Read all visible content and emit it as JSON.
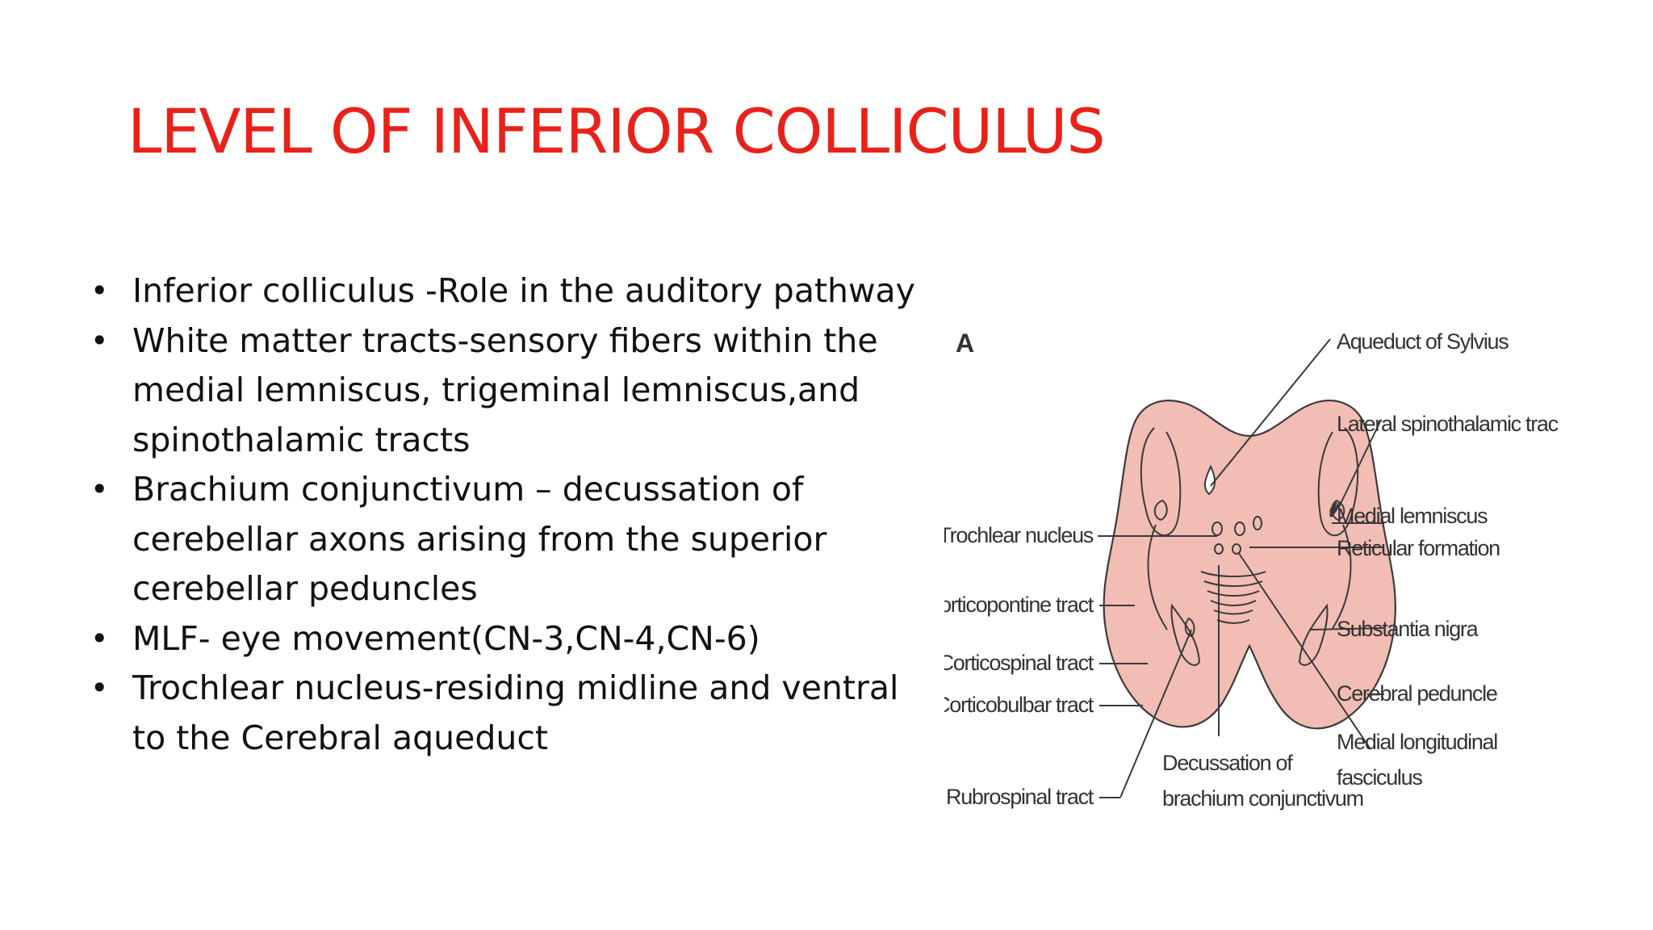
{
  "slide": {
    "title": "LEVEL OF INFERIOR COLLICULUS",
    "bullets": [
      {
        "marker": "•",
        "text": "Inferior colliculus -Role in the auditory pathway"
      },
      {
        "marker": "•",
        "text": "White matter tracts-sensory fibers within the medial lemniscus, trigeminal lemniscus,and spinothalamic tracts"
      },
      {
        "marker": "•",
        "text": "Brachium conjunctivum – decussation of cerebellar axons arising from the superior cerebellar peduncles"
      },
      {
        "marker": "•",
        "text": "MLF- eye movement(CN-3,CN-4,CN-6)"
      },
      {
        "marker": "•",
        "text": "Trochlear nucleus-residing midline and ventral to the Cerebral aqueduct"
      }
    ]
  },
  "figure": {
    "panel_letter": "A",
    "labels": {
      "aqueduct": "Aqueduct of Sylvius",
      "lateral_spinothalamic": "Lateral spinothalamic tract",
      "medial_lemniscus": "Medial lemniscus",
      "reticular_formation": "Reticular formation",
      "substantia_nigra": "Substantia nigra",
      "cerebral_peduncle": "Cerebral peduncle",
      "mlf_line1": "Medial longitudinal",
      "mlf_line2": "fasciculus",
      "trochlear_nucleus": "Trochlear nucleus",
      "corticopontine": "Corticopontine tract",
      "corticospinal": "Corticospinal tract",
      "corticobulbar": "Corticobulbar tract",
      "rubrospinal": "Rubrospinal tract",
      "decussation_line1": "Decussation of",
      "decussation_line2": "brachium conjunctivum"
    },
    "colors": {
      "tissue": "#f1bdb5",
      "outline": "#3a3a3a",
      "title_red": "#e8221a"
    }
  }
}
